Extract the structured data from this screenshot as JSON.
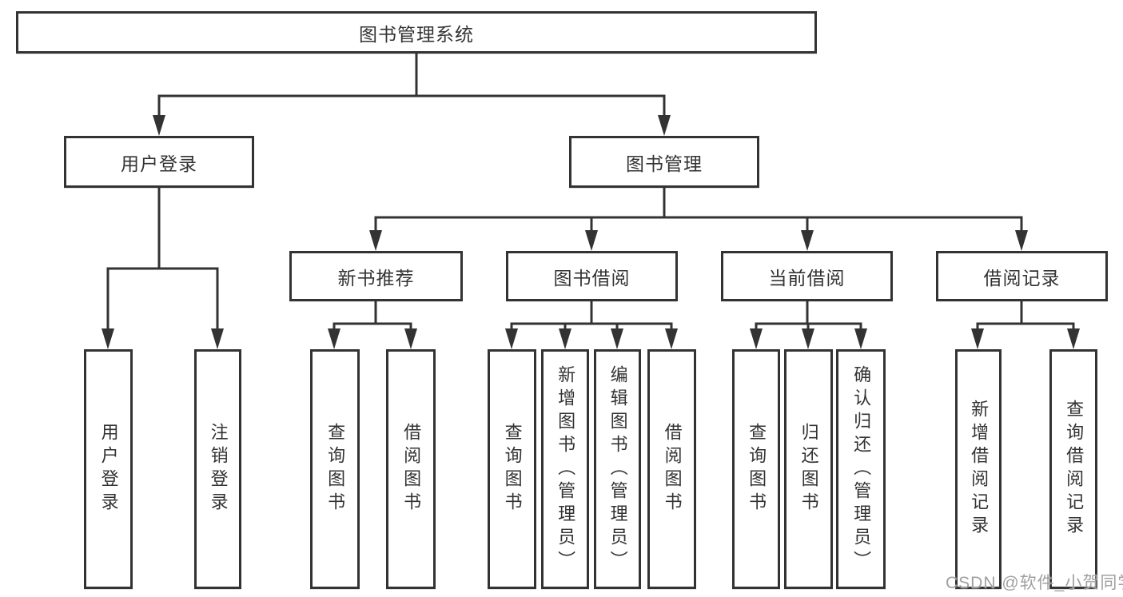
{
  "colors": {
    "line": "#333333",
    "box_border": "#333333",
    "text": "#333333",
    "watermark": "#a0a0a0",
    "background": "#ffffff"
  },
  "watermark": {
    "text": "CSDN @软件_小贺同学"
  },
  "tree": {
    "root": {
      "label": "图书管理系统"
    },
    "branches": [
      {
        "label": "用户登录",
        "children": [
          {
            "label": "用户登录"
          },
          {
            "label": "注销登录"
          }
        ]
      },
      {
        "label": "图书管理",
        "children": [
          {
            "label": "新书推荐",
            "children": [
              {
                "label": "查询图书"
              },
              {
                "label": "借阅图书"
              }
            ]
          },
          {
            "label": "图书借阅",
            "children": [
              {
                "label": "查询图书"
              },
              {
                "label": "新增图书（管理员）"
              },
              {
                "label": "编辑图书（管理员）"
              },
              {
                "label": "借阅图书"
              }
            ]
          },
          {
            "label": "当前借阅",
            "children": [
              {
                "label": "查询图书"
              },
              {
                "label": "归还图书"
              },
              {
                "label": "确认归还（管理员）"
              }
            ]
          },
          {
            "label": "借阅记录",
            "children": [
              {
                "label": "新增借阅记录"
              },
              {
                "label": "查询借阅记录"
              }
            ]
          }
        ]
      }
    ]
  }
}
